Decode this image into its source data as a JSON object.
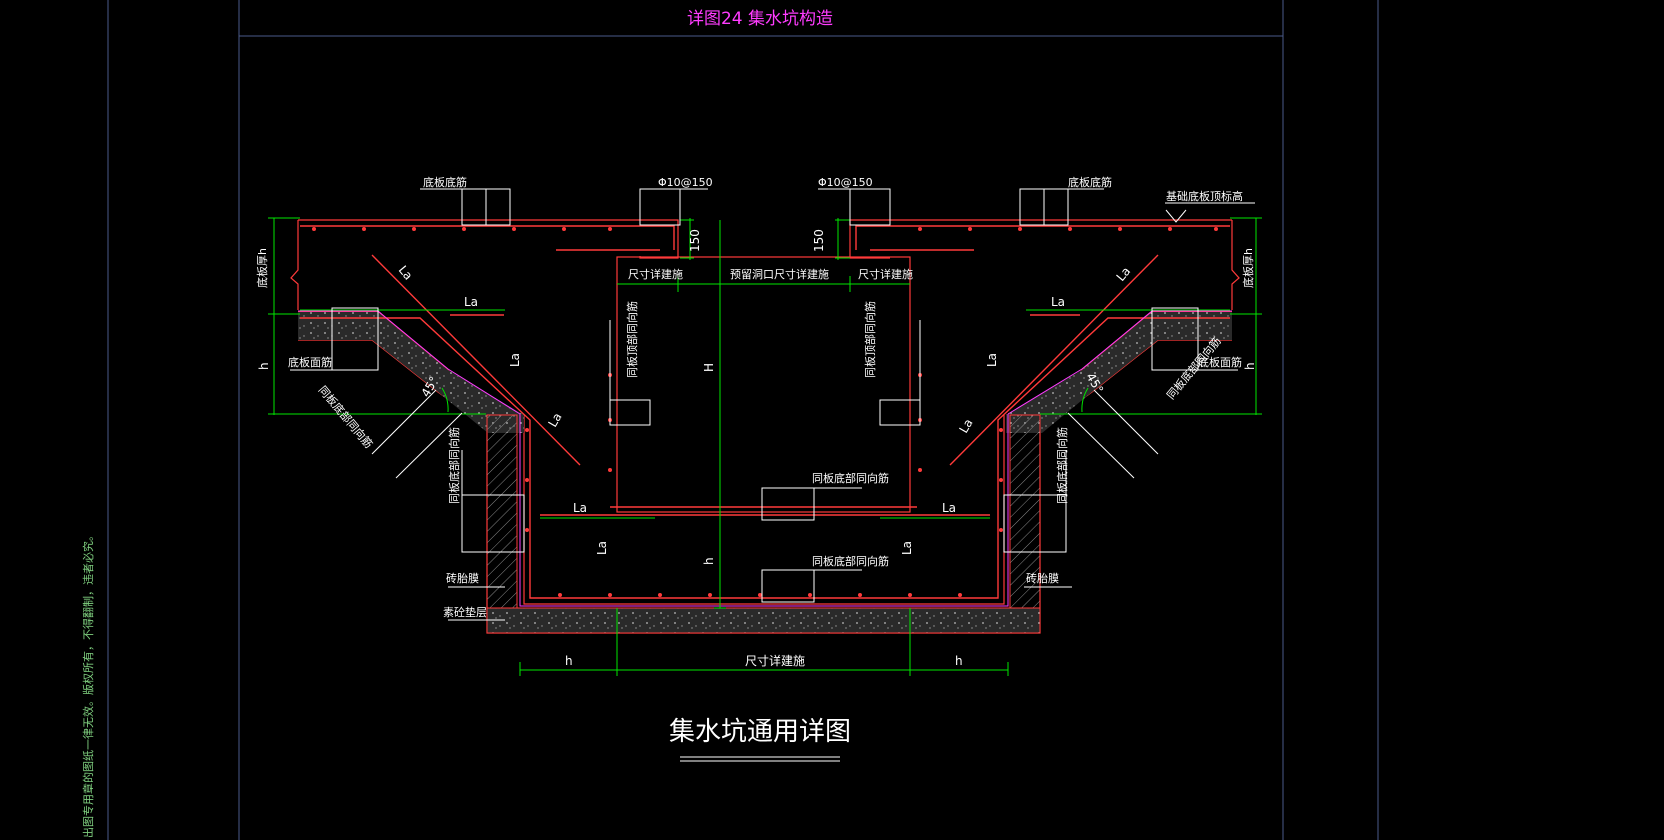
{
  "colors": {
    "background": "#000000",
    "frame": "#4a5a8a",
    "title": "#ff3cff",
    "concrete": "#ff3a3a",
    "rebar": "#ff3a3a",
    "dimension": "#00e600",
    "annotation": "#ffffff",
    "margin_text": "#7fcf7f",
    "fill": "#1a1a1a"
  },
  "drawing": {
    "header_title": "详图24  集水坑构造",
    "main_title": "集水坑通用详图",
    "margin_note": "出图专用章的图纸一律无效。版权所有，不得翻制，违者必究。"
  },
  "labels": {
    "bottom_bar_left": "底板底筋",
    "bottom_bar_right": "底板底筋",
    "top_bar_left": "底板面筋",
    "top_bar_right": "底板面筋",
    "stirrup_left": "Φ10@150",
    "stirrup_right": "Φ10@150",
    "elevation": "基础底板顶标高",
    "thickness_left": "底板厚h",
    "thickness_right": "底板厚h",
    "dim_150": "150",
    "opening_size": "尺寸详建施",
    "opening_reserved": "预留洞口尺寸详建施",
    "anchor": "La",
    "height_H": "H",
    "height_h": "h",
    "angle": "45°",
    "same_as_slab_bottom": "同板底部同向筋",
    "same_as_slab_top": "同板顶部同向筋",
    "brick_membrane": "砖胎膜",
    "cushion": "素砼垫层",
    "size_per_arch": "尺寸详建施"
  }
}
